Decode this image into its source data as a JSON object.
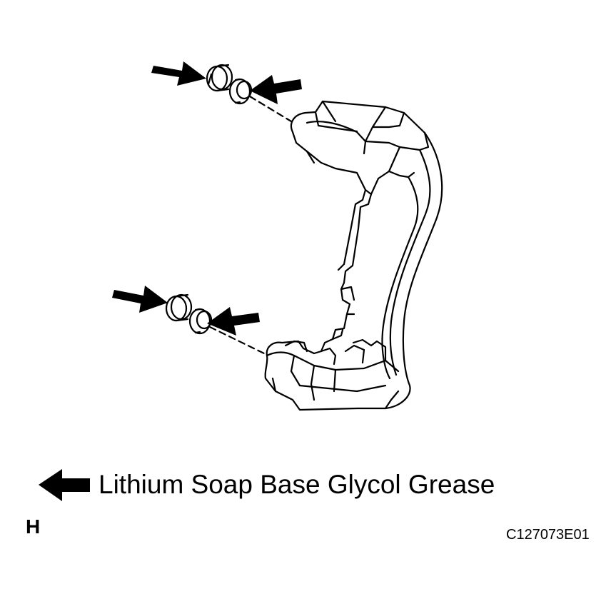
{
  "legend": {
    "label": "Lithium Soap Base Glycol Grease",
    "icon": "left-arrow-icon"
  },
  "corner_letter": "H",
  "figure_code": "C127073E01",
  "colors": {
    "ink": "#000000",
    "paper": "#ffffff"
  }
}
